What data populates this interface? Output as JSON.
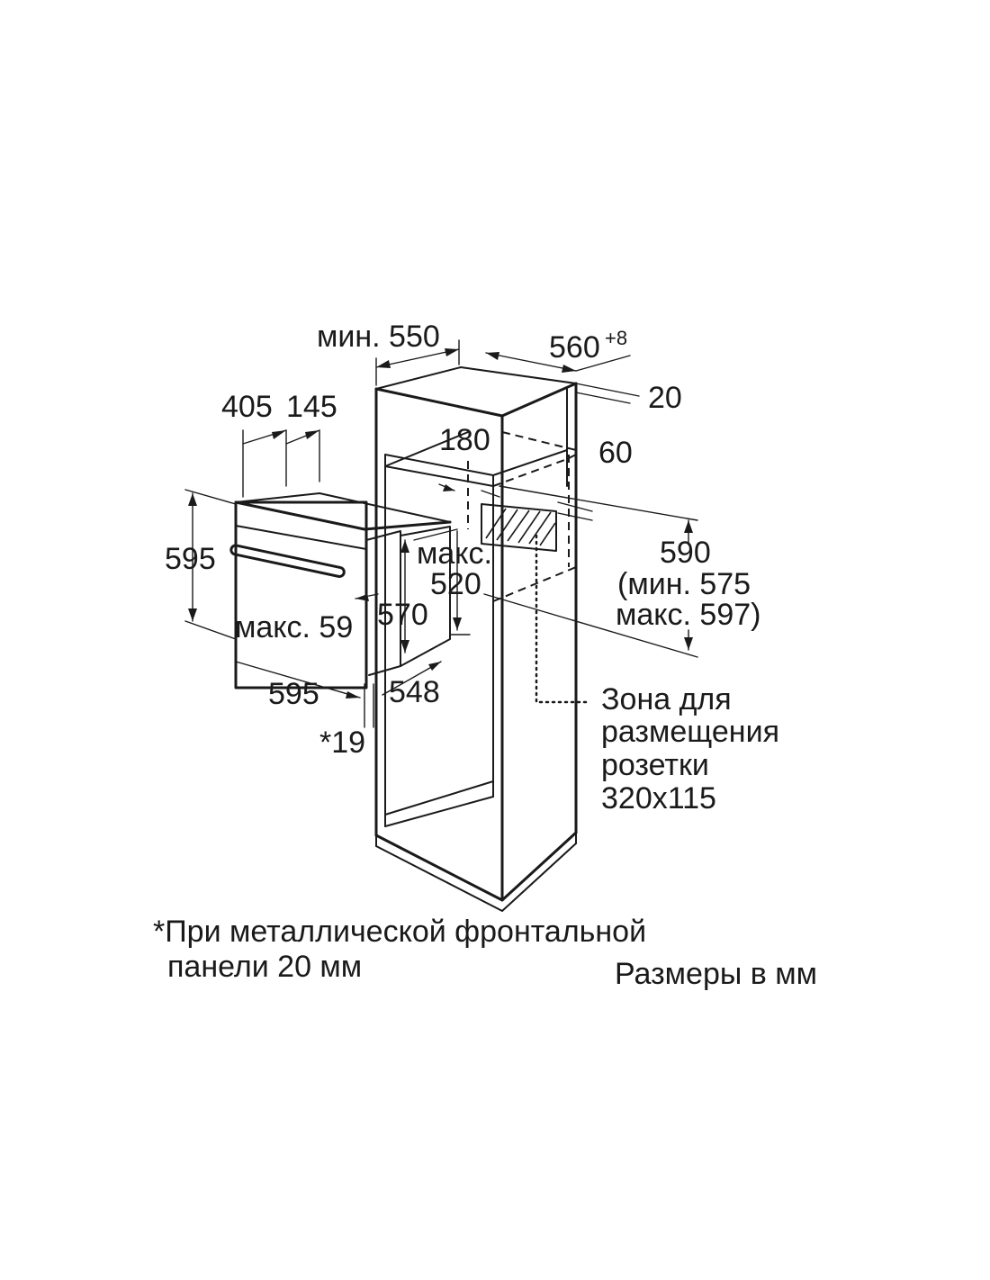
{
  "dimensions": {
    "cab_depth": "мин. 550",
    "cab_width": "560",
    "cab_width_tolerance": "+8",
    "cab_side": "20",
    "niche_top": "180",
    "niche_side": "60",
    "oven_depth_body": "405",
    "oven_depth_front": "145",
    "oven_height": "595",
    "max_label_1": "макс.",
    "max_value_1": "520",
    "niche_height": "590",
    "niche_height_min": "(мин. 575",
    "niche_height_max": "макс. 597)",
    "front_depth_max": "макс. 59",
    "oven_body_height": "570",
    "oven_width": "595",
    "oven_body_width": "548",
    "front_panel": "*19"
  },
  "socket_zone": {
    "line1": "Зона для",
    "line2": "размещения",
    "line3": "розетки",
    "line4": "320x115"
  },
  "footnote": {
    "line1": "*При металлической фронтальной",
    "line2": "панели 20 мм"
  },
  "units_note": "Размеры в мм"
}
